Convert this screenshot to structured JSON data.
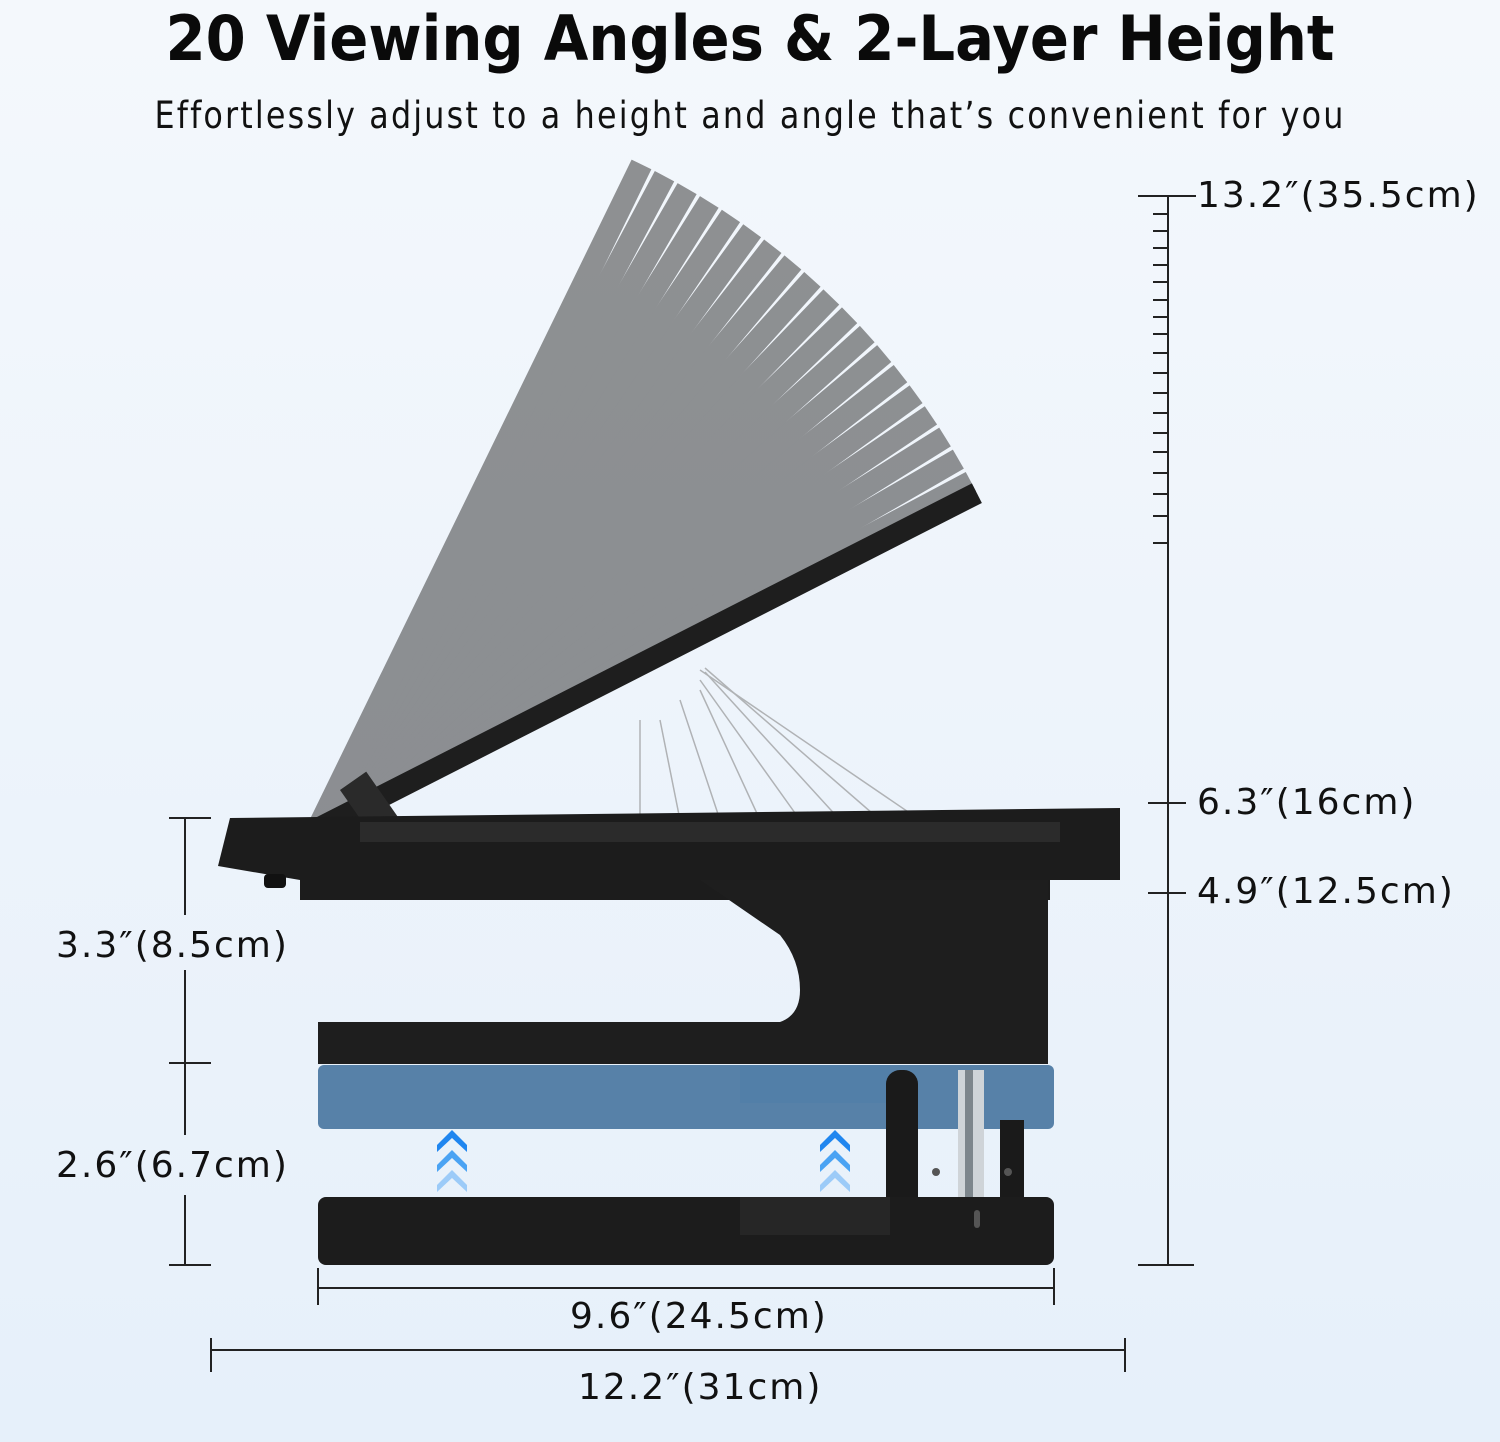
{
  "header": {
    "title": "20 Viewing Angles & 2-Layer Height",
    "subtitle": "Effortlessly adjust to a height and angle that’s convenient for you"
  },
  "product": {
    "name": "adjustable laptop stand",
    "viewing_angles": 20,
    "height_layers": 2,
    "colors": {
      "background": "#eef4fb",
      "stand_body": "#1c1c1c",
      "angle_panels": "#4a4a4a",
      "raised_layer": "#3d6d99",
      "arrows": "#2a8ff0"
    }
  },
  "dimensions": {
    "max_height": "13.2″(35.5cm)",
    "panel_height_raised": "6.3″(16cm)",
    "panel_height_base": "4.9″(12.5cm)",
    "upper_layer_height": "3.3″(8.5cm)",
    "lower_layer_lift": "2.6″(6.7cm)",
    "base_width": "9.6″(24.5cm)",
    "total_width": "12.2″(31cm)"
  }
}
